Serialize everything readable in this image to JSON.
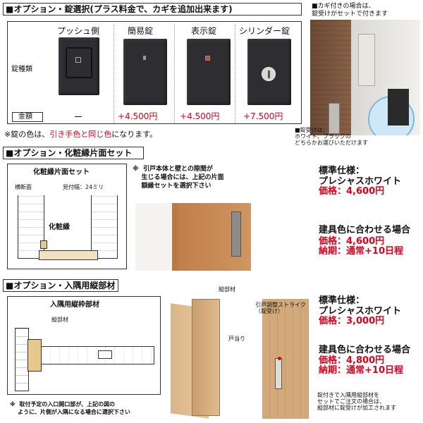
{
  "section1": {
    "title": "■オプション・錠選択(プラス料金で、カギを追加出来ます)",
    "row_label": "錠種類",
    "price_label": "金額",
    "columns": [
      {
        "name": "プッシュ側",
        "price": "ー"
      },
      {
        "name": "簡易錠",
        "price": "+4.500円"
      },
      {
        "name": "表示錠",
        "price": "+4.500円"
      },
      {
        "name": "シリンダー錠",
        "price": "+7.500円"
      }
    ],
    "note_pre": "※錠の色は、",
    "note_red": "引き手色と同じ色",
    "note_post": "になります。",
    "right_note": "■カギ付きの場合は、\n錠受けがセットで付きます",
    "receiver_note": "■錠受けは、\nホワイト、ブラックの\nどちらかお選びいただけます"
  },
  "section2": {
    "title": "■オプション・化粧縁片面セット",
    "panel_title": "化粧縁片面セット",
    "cross_section": "横断面",
    "visible_width": "見付幅：24ミリ",
    "frame_label": "化粧縁",
    "note": "※  引戸本体と壁との隙間が\n    生じる場合には、上記の片面\n    額縁セットを選択下さい",
    "standard_head": "標準仕様：",
    "standard_name": "プレシャスホワイト",
    "standard_price": "価格：4,600円",
    "match_head": "建具色に合わせる場合",
    "match_price": "価格：4,600円",
    "match_delivery": "納期：通常+10日程"
  },
  "section3": {
    "title": "■オプション・入隅用縦部材",
    "panel_title": "入隅用縦枠部材",
    "vertical_label": "縦部材",
    "note": "※  取付予定の入口開口部が、上記の図の\n    ように、片側が入隅になる場合に選択下さい",
    "diagram_vertical": "縦部材",
    "diagram_stop": "戸当り",
    "diagram_strike": "引戸調整ストライク\n（錠受け）",
    "standard_head": "標準仕様：",
    "standard_name": "プレシャスホワイト",
    "standard_price": "価格：3,000円",
    "match_head": "建具色に合わせる場合",
    "match_price": "価格：4,800円",
    "match_delivery": "納期：通常+10日程",
    "bottom_note": "錠付きで入隅用縦部材を\nセットでご注文の場合は、\n縦部材に錠受けが加工されます"
  }
}
